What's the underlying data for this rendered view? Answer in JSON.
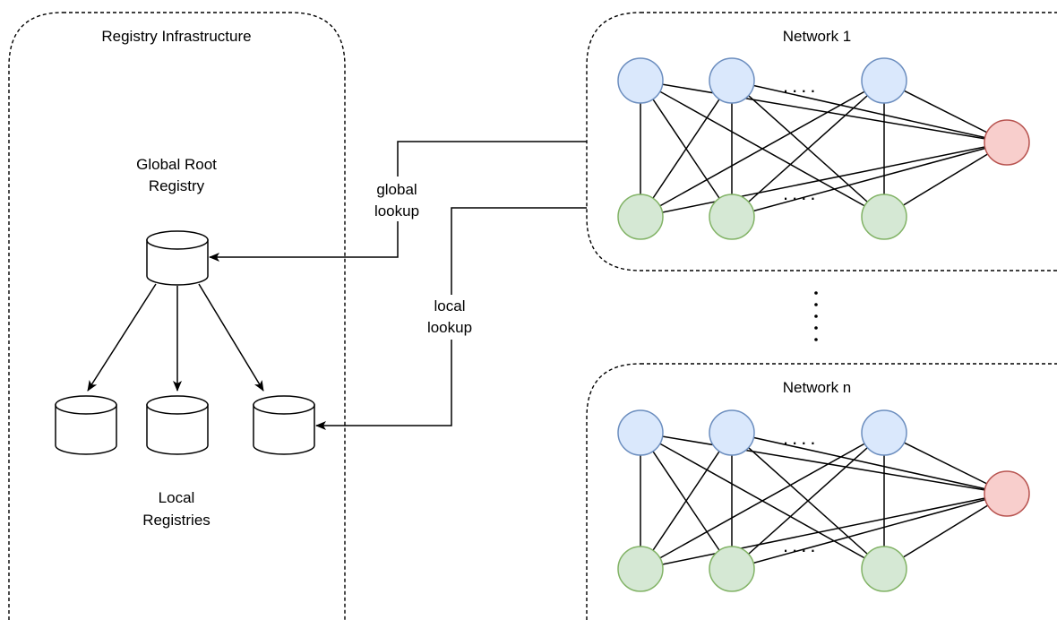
{
  "registry": {
    "title": "Registry Infrastructure",
    "global_root_line1": "Global Root",
    "global_root_line2": "Registry",
    "local_line1": "Local",
    "local_line2": "Registries"
  },
  "connections": {
    "global_line1": "global",
    "global_line2": "lookup",
    "local_line1": "local",
    "local_line2": "lookup"
  },
  "networks": [
    {
      "title": "Network 1"
    },
    {
      "title": "Network n"
    }
  ],
  "colors": {
    "input_node": "#dae8fc",
    "hidden_node": "#d5e8d4",
    "output_node": "#f8cecc"
  }
}
